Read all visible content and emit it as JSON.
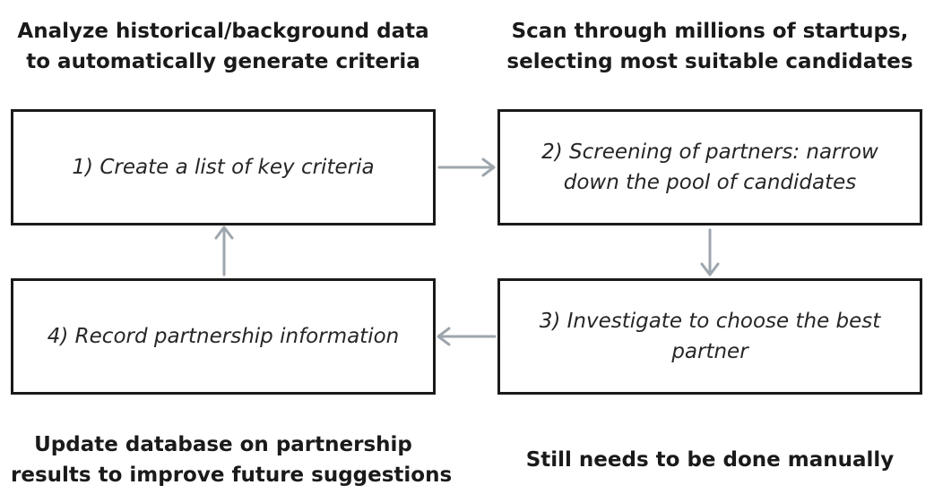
{
  "colors": {
    "box_border": "#1a1a1a",
    "arrow": "#9ea6ad",
    "text": "#1a1a1a"
  },
  "steps": {
    "step1": {
      "label": "1) Create a list of key criteria",
      "caption": [
        "Analyze historical/background data",
        "to automatically generate criteria"
      ]
    },
    "step2": {
      "label": [
        "2) Screening of partners: narrow",
        "down the pool of candidates"
      ],
      "caption": [
        "Scan through millions of startups,",
        "selecting most suitable candidates"
      ]
    },
    "step3": {
      "label": [
        "3) Investigate to choose the best",
        "partner"
      ],
      "caption": [
        "Still needs to be done manually"
      ]
    },
    "step4": {
      "label": "4) Record partnership information",
      "caption": [
        "Update database on partnership",
        "results to improve future suggestions"
      ]
    }
  },
  "connections": [
    {
      "from": "step1",
      "to": "step2"
    },
    {
      "from": "step2",
      "to": "step3"
    },
    {
      "from": "step3",
      "to": "step4"
    },
    {
      "from": "step4",
      "to": "step1"
    }
  ]
}
